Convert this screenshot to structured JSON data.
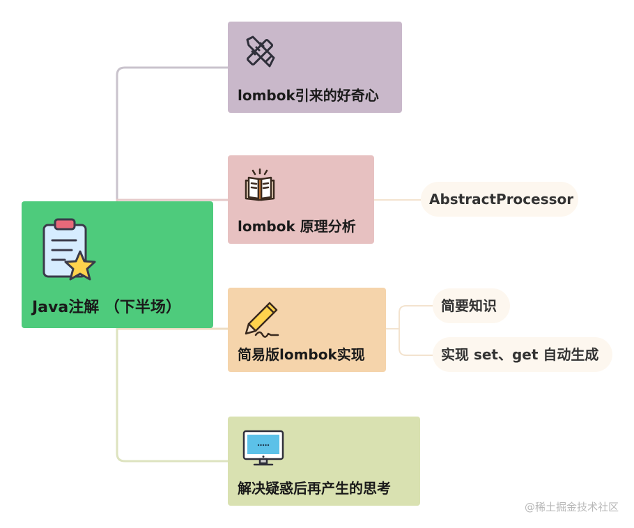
{
  "root": {
    "label": "Java注解 （下半场）",
    "color": "#4ecb7c",
    "icon": "clipboard-star-icon"
  },
  "branches": [
    {
      "label": "lombok引来的好奇心",
      "color": "#c9b8ca",
      "icon": "pencil-ruler-icon",
      "children": []
    },
    {
      "label": "lombok 原理分析",
      "color": "#e7c1c1",
      "icon": "open-book-icon",
      "children": [
        "AbstractProcessor"
      ]
    },
    {
      "label": "简易版lombok实现",
      "color": "#f5d4ab",
      "icon": "pen-signature-icon",
      "children": [
        "简要知识",
        "实现 set、get 自动生成"
      ]
    },
    {
      "label": "解决疑惑后再产生的思考",
      "color": "#d9e1b1",
      "icon": "monitor-icon",
      "children": []
    }
  ],
  "watermark": "@稀土掘金技术社区"
}
